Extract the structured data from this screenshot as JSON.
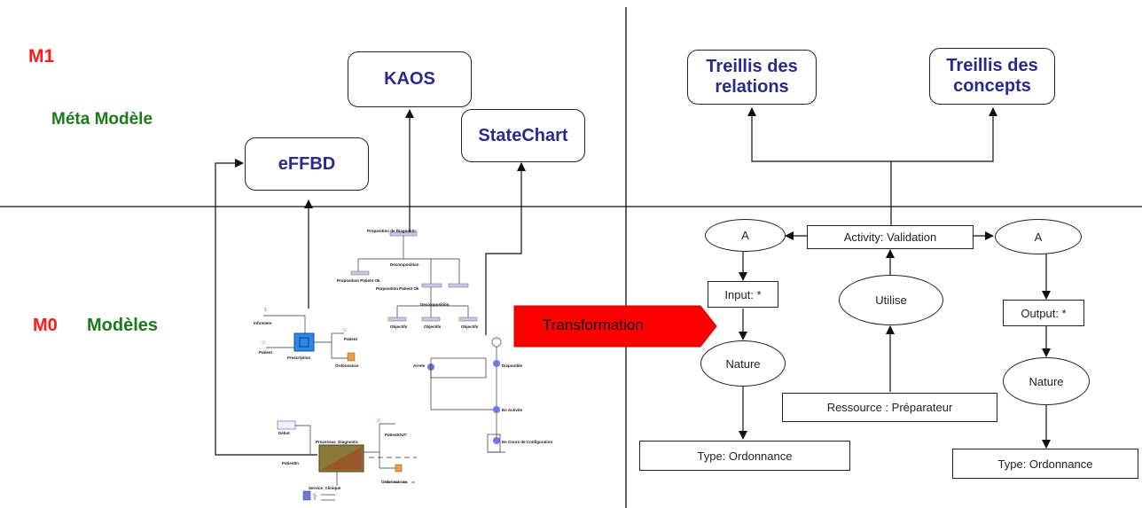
{
  "levels": {
    "m1": "M1",
    "meta_model": "Méta Modèle",
    "m0": "M0",
    "models": "Modèles"
  },
  "meta": {
    "kaos": "KAOS",
    "statechart": "StateChart",
    "effbd": "eFFBD",
    "treillis_relations": "Treillis des relations",
    "treillis_concepts": "Treillis des concepts"
  },
  "transformation": "Transformation",
  "model": {
    "activity": "Activity: Validation",
    "a_left": "A",
    "a_right": "A",
    "input": "Input: *",
    "output": "Output: *",
    "utilise": "Utilise",
    "nature_left": "Nature",
    "nature_right": "Nature",
    "ressource": "Ressource : Préparateur",
    "type_left": "Type: Ordonnance",
    "type_right": "Type: Ordonnance"
  },
  "thumbnails": {
    "kaos_root": "Proposition de Diagnostic",
    "decomposition_1": "Decomposition",
    "goal_left": "Proposition Patient Ok",
    "goal_right": "Proposition Patient Ok",
    "decomposition_2": "Decomposition",
    "objectif_1": "Objectifs",
    "objectif_2": "Objectifs",
    "objectif_3": "Objectifs",
    "infirmiere": "Infirmiere",
    "patient_in": "Patient",
    "patient_out": "Patient",
    "prescription": "Prescription",
    "ordonnance": "Ordonnance",
    "arrete": "Arrete",
    "disponible": "Disponible",
    "en_activite": "En Activite",
    "en_cours": "En Cours de Configuration",
    "debut": "Debut",
    "processus": "Processus_Diagnostic",
    "patient_out_2": "PatientOUT",
    "patient_in_2": "PatientIn",
    "ordonnances": "Ordonnances",
    "service": "Service_Clinique"
  },
  "colors": {
    "level_red": "#ff1a1a",
    "level_green": "#1a7a1a",
    "meta_text": "#2a2a8c",
    "transformation_fill": "#ff0000"
  }
}
